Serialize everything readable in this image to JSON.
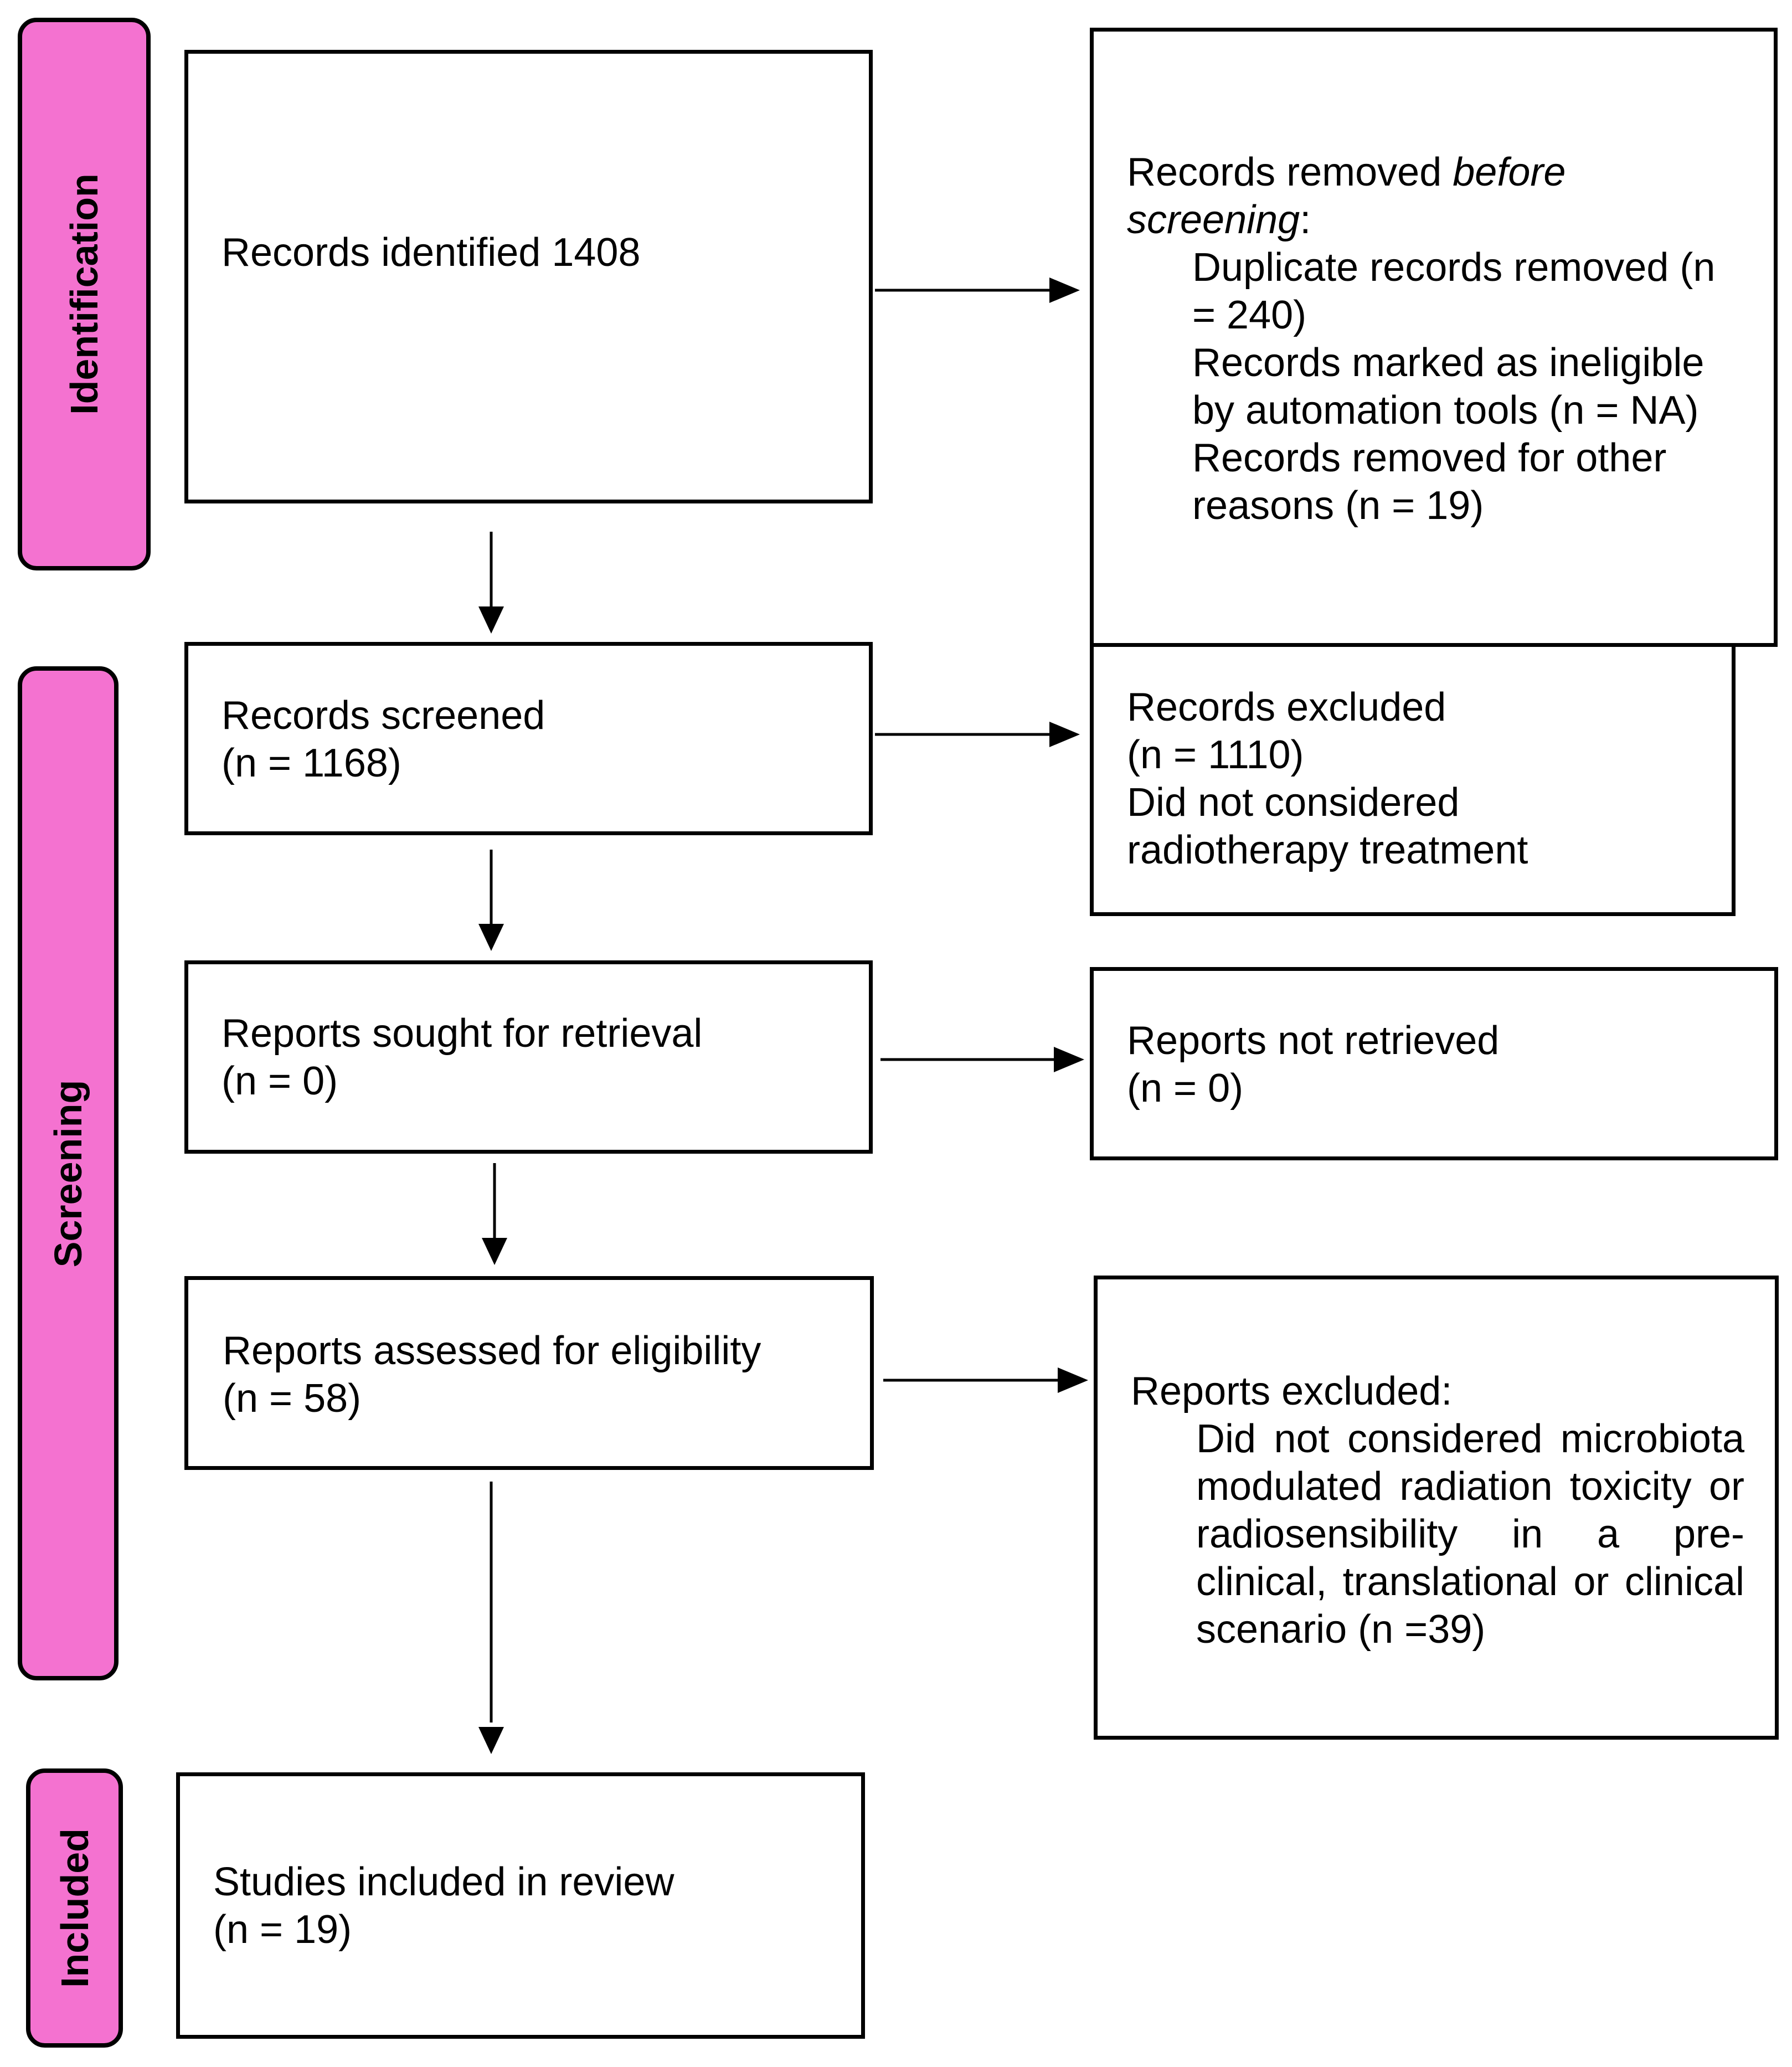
{
  "theme": {
    "phase_fill": "#f472d0",
    "border": "#000000",
    "background": "#ffffff"
  },
  "phases": {
    "identification": "Identification",
    "screening": "Screening",
    "included": "Included"
  },
  "flow": {
    "identified": {
      "text": "Records identified 1408"
    },
    "removed_before_screening": {
      "heading_prefix": "Records removed ",
      "heading_italic_1": "before",
      "heading_italic_2": "screening",
      "heading_suffix": ":",
      "duplicates": "Duplicate records removed (n = 240)",
      "automation": "Records marked as ineligible by automation tools (n = NA)",
      "other": "Records removed for other reasons (n = 19)"
    },
    "screened": {
      "line1": "Records screened",
      "line2": "(n = 1168)"
    },
    "excluded": {
      "line1": "Records excluded",
      "line2": "(n = 1110)",
      "line3": "Did not considered",
      "line4": "radiotherapy treatment"
    },
    "sought": {
      "line1": "Reports sought for retrieval",
      "line2": "(n = 0)"
    },
    "not_retrieved": {
      "line1": "Reports not retrieved",
      "line2": "(n = 0)"
    },
    "assessed": {
      "line1": "Reports assessed for eligibility",
      "line2": "(n = 58)"
    },
    "reports_excluded": {
      "heading": "Reports excluded:",
      "reason": "Did not considered microbiota modulated radiation toxicity or radiosensibility in a pre-clinical, translational or clinical scenario (n =39)"
    },
    "included": {
      "line1": "Studies included in review",
      "line2": "(n = 19)"
    }
  }
}
